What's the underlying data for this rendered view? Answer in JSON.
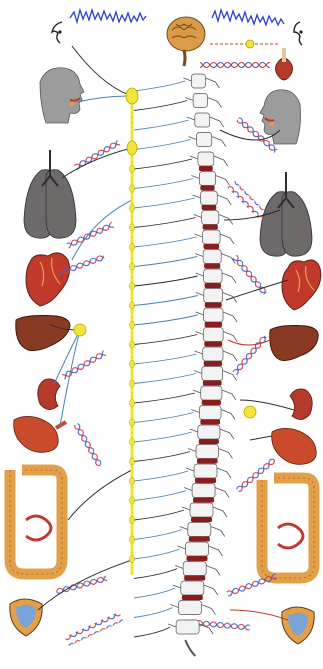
{
  "figure": {
    "kind": "anatomical-illustration",
    "text_labels": [],
    "colors": {
      "background": "#ffffff",
      "sympathetic_chain": "#f2e53a",
      "nerve_blue": "#4a7fb0",
      "nerve_dark": "#2a2a2a",
      "vertebra": "#f3f3f3",
      "vertebra_outline": "#555555",
      "disc": "#8c1c1c",
      "helix_red": "#d23b3b",
      "helix_blue": "#3b62c9",
      "eeg_wave": "#2b3fd1",
      "organ_red": "#b53a2b",
      "organ_brown": "#8a3a22",
      "lung": "#6e6a6a",
      "intestine": "#e3a04a",
      "skin": "#9c9c9c",
      "brain": "#d99a4a"
    },
    "organs_left": [
      "head-profile",
      "lungs",
      "heart",
      "liver",
      "kidney",
      "stomach",
      "intestines",
      "bladder"
    ],
    "organs_right": [
      "head-profile",
      "thyroid",
      "lungs",
      "heart",
      "liver",
      "kidney",
      "stomach",
      "intestines",
      "bladder"
    ],
    "top_icons": [
      "eye-icon",
      "eeg-wave-left",
      "brain-icon",
      "eeg-wave-right",
      "eye-icon-right"
    ]
  }
}
